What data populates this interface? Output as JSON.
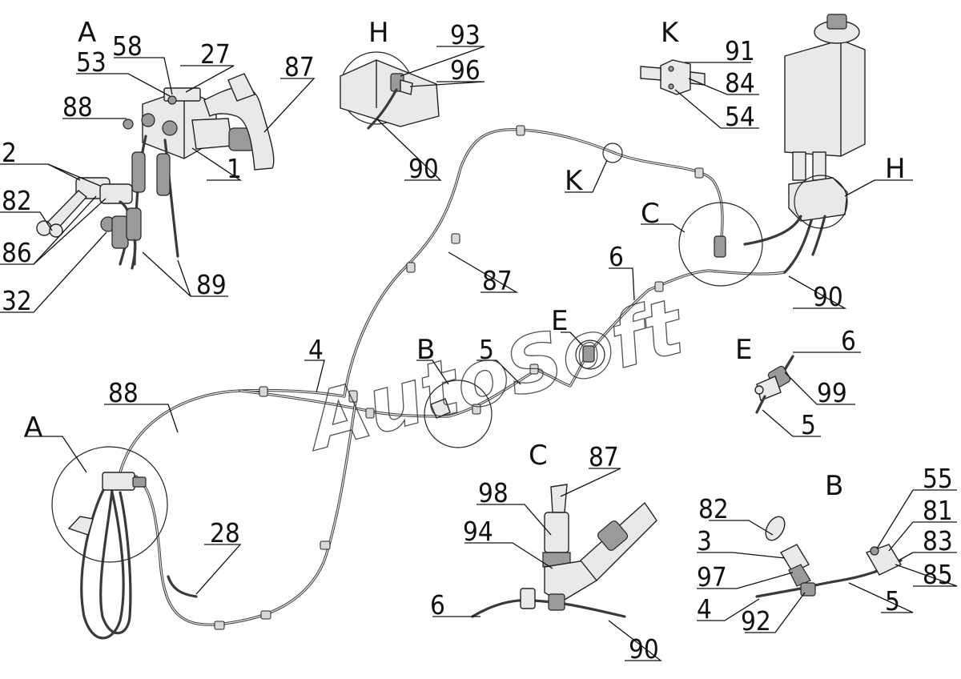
{
  "watermark": "AutoSoft",
  "views": {
    "main_A": "A",
    "main_B": "B",
    "main_C": "C",
    "main_E": "E",
    "main_K": "K",
    "main_H": "H",
    "detail_A": "A",
    "detail_H": "H",
    "detail_K": "K",
    "detail_C": "C",
    "detail_E": "E",
    "detail_B": "B"
  },
  "labels": {
    "main_88": "88",
    "main_4": "4",
    "main_5": "5",
    "main_87": "87",
    "main_6": "6",
    "main_90": "90",
    "main_28": "28",
    "a_53": "53",
    "a_58": "58",
    "a_27": "27",
    "a_87": "87",
    "a_88": "88",
    "a_2": "2",
    "a_82": "82",
    "a_86": "86",
    "a_32": "32",
    "a_1": "1",
    "a_89": "89",
    "h_93": "93",
    "h_96": "96",
    "h_90": "90",
    "k_91": "91",
    "k_84": "84",
    "k_54": "54",
    "e_6": "6",
    "e_99": "99",
    "e_5": "5",
    "c_87": "87",
    "c_98": "98",
    "c_94": "94",
    "c_6": "6",
    "c_90": "90",
    "b_55": "55",
    "b_82": "82",
    "b_81": "81",
    "b_83": "83",
    "b_3": "3",
    "b_85": "85",
    "b_97": "97",
    "b_4": "4",
    "b_5": "5",
    "b_92": "92"
  }
}
